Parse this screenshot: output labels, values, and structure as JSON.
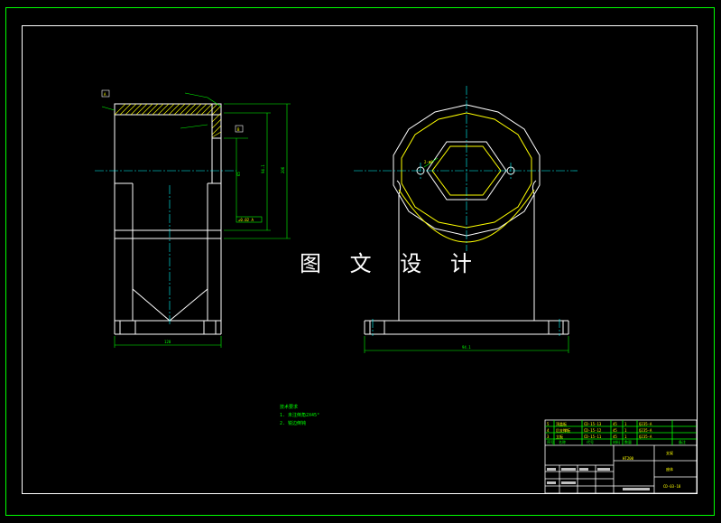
{
  "watermark": "图 文 设 计",
  "datum_a": "A",
  "datum_b": "B",
  "dim_bottom_left": "120",
  "dim_bottom_right": "94.1",
  "dim_side_1": "65",
  "dim_side_2": "94.1",
  "dim_side_3": "206",
  "hole_label": "2-Φ8",
  "tolerance_frame": "⊥0.02 A",
  "notes": {
    "title": "技术要求",
    "line1": "1. 未注倒角2X45°",
    "line2": "2. 锐边倒钝"
  },
  "title_block": {
    "r1": [
      "5",
      "顶盖板",
      "CD-15-13",
      "45",
      "1",
      "Q235-A"
    ],
    "r2": [
      "4",
      "后支撑板",
      "CD-15-12",
      "45",
      "1",
      "Q235-A"
    ],
    "r3": [
      "3",
      "立板",
      "CD-15-11",
      "45",
      "1",
      "Q235-A"
    ],
    "header": [
      "序号",
      "名称",
      "代号",
      "材料",
      "数量",
      "备注"
    ],
    "part_name": "支架",
    "drawing_name": "座体",
    "material": "HT200",
    "drawing_no": "CD-03-18"
  }
}
